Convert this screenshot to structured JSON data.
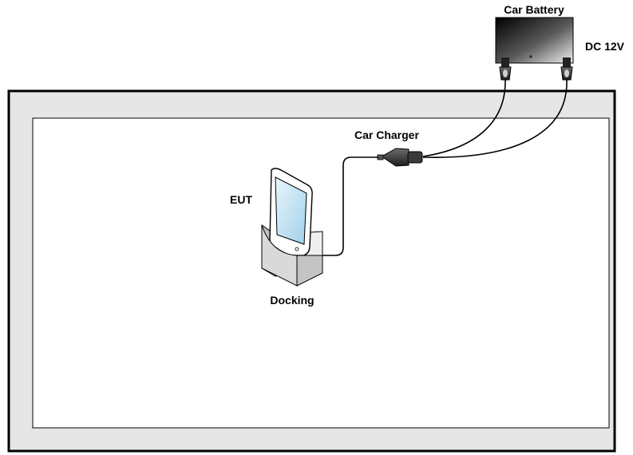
{
  "labels": {
    "car_battery": "Car Battery",
    "dc_voltage": "DC 12V",
    "car_charger": "Car Charger",
    "eut": "EUT",
    "docking": "Docking"
  },
  "colors": {
    "table_frame": "#e6e6e6",
    "outline": "#000000",
    "cable": "#000000",
    "dock": "#d9d9d9",
    "screen": "#c9e6f5"
  },
  "icons": {
    "battery": "car-battery-icon",
    "charger": "car-charger-plug-icon",
    "device": "tablet-device-icon",
    "dock": "docking-cradle-icon"
  }
}
